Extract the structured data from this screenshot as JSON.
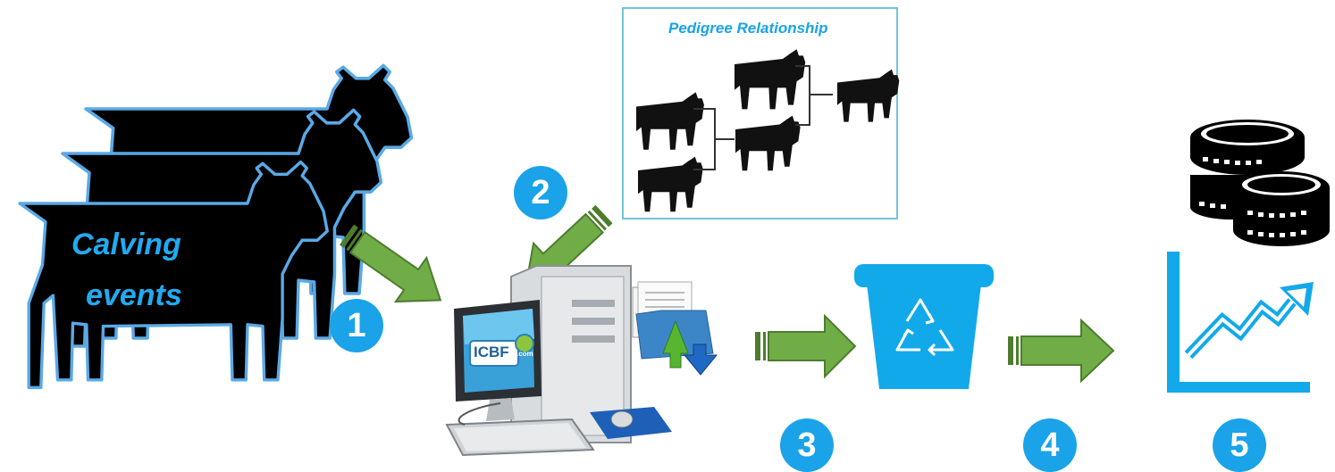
{
  "cow_label": {
    "line1": "Calving",
    "line2": "events"
  },
  "pedigree": {
    "title": "Pedigree Relationship"
  },
  "computer": {
    "logo_text": "ICBF",
    "logo_sub": ".com"
  },
  "steps": [
    "1",
    "2",
    "3",
    "4",
    "5"
  ],
  "colors": {
    "step_blue": "#1aa3e8",
    "arrow_green": "#70ad47",
    "bin_blue": "#12a9ea",
    "label_blue": "#22aaf0"
  },
  "icons": [
    "cow-silhouette",
    "pedigree-diagram",
    "computer-icon",
    "file-transfer-icon",
    "recycle-bin-icon",
    "coins-icon",
    "growth-chart-icon"
  ]
}
